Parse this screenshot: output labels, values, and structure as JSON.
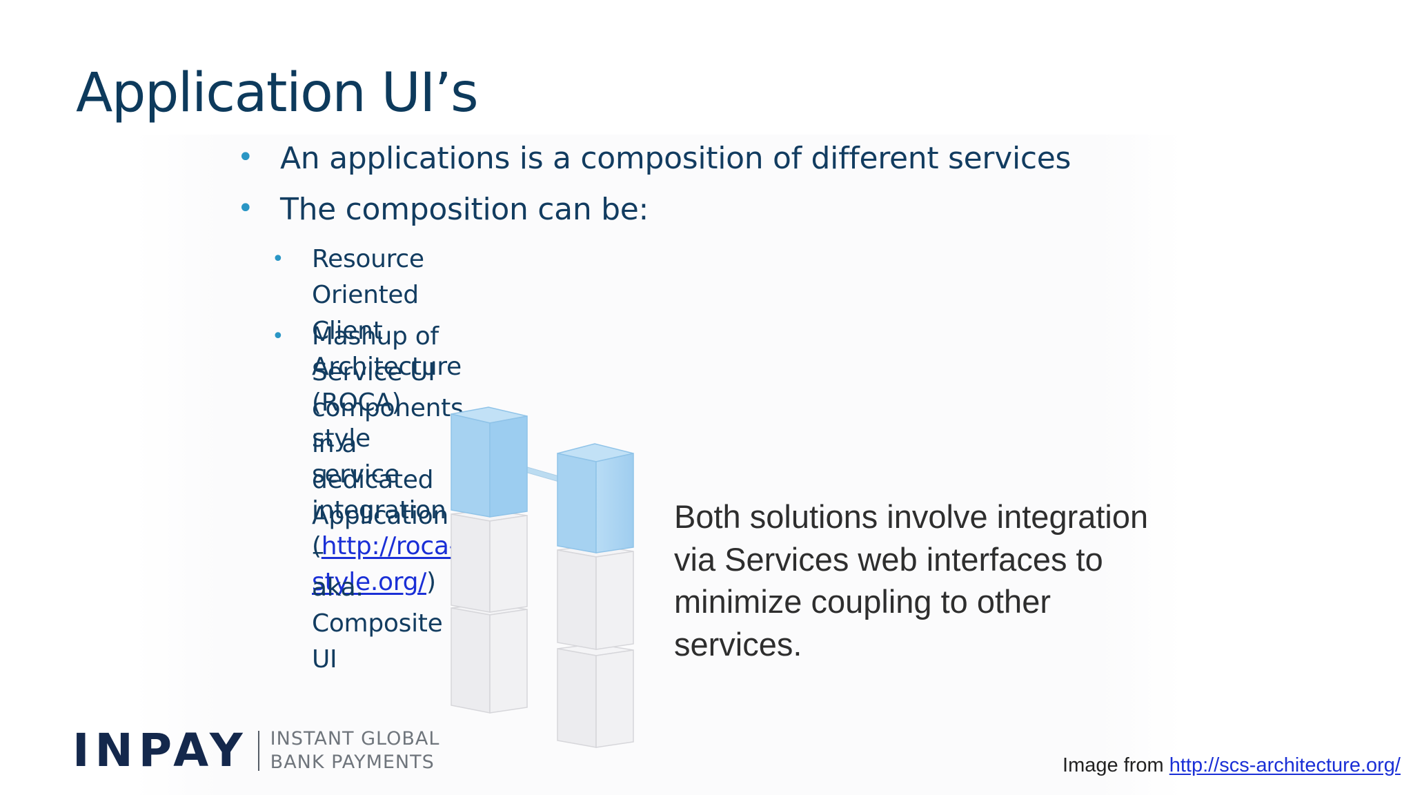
{
  "slide": {
    "title": "Application UI’s",
    "bullets": [
      {
        "text": "An applications is a composition of different services"
      },
      {
        "text": "The composition can be:"
      }
    ],
    "sub_bullets": [
      {
        "text_before": "Resource Oriented Client Architecture (ROCA) style service\nintegration (",
        "link": "http://roca-style.org/",
        "text_after": ")"
      },
      {
        "text": "Mashup of Service UI components in a dedicated Application –\naka. Composite UI"
      }
    ],
    "callout": "Both solutions involve integration via Services web interfaces to minimize coupling to other services.",
    "credit": {
      "prefix": "Image from ",
      "link": "http://scs-architecture.org/"
    },
    "logo": {
      "wordmark": "INPAY",
      "tagline": "INSTANT GLOBAL\nBANK PAYMENTS"
    },
    "colors": {
      "title": "#0d3a5c",
      "body_text": "#123c60",
      "bullet": "#2a96c5",
      "link": "#1a2fd6",
      "callout": "#2e2e2e",
      "cube_highlight": "#a8d3f1",
      "cube_muted": "#efeff1"
    }
  }
}
